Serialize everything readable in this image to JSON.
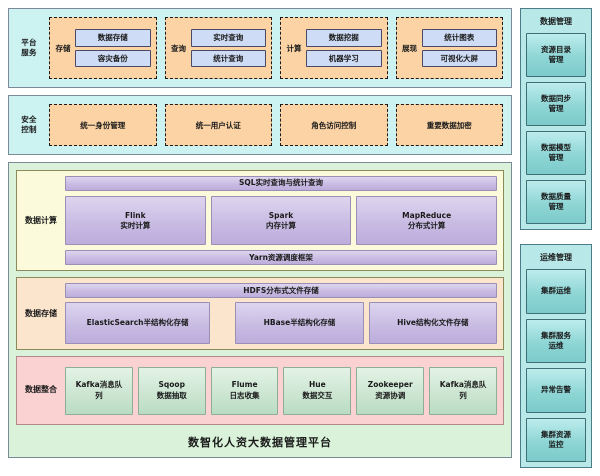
{
  "platform_services": {
    "label": "平台\n服务",
    "groups": [
      {
        "label": "存储",
        "items": [
          "数据存储",
          "容灾备份"
        ]
      },
      {
        "label": "查询",
        "items": [
          "实时查询",
          "统计查询"
        ]
      },
      {
        "label": "计算",
        "items": [
          "数据挖掘",
          "机器学习"
        ]
      },
      {
        "label": "展现",
        "items": [
          "统计图表",
          "可视化大屏"
        ]
      }
    ]
  },
  "security_control": {
    "label": "安全\n控制",
    "items": [
      "统一身份管理",
      "统一用户认证",
      "角色访问控制",
      "重要数据加密"
    ]
  },
  "data_compute": {
    "label": "数据计算",
    "top_bar": "SQL实时查询与统计查询",
    "engines": [
      "Flink\n实时计算",
      "Spark\n内存计算",
      "MapReduce\n分布式计算"
    ],
    "bottom_bar": "Yarn资源调度框架"
  },
  "data_storage": {
    "label": "数据存储",
    "top_bar": "HDFS分布式文件存储",
    "stores": [
      "ElasticSearch半结构化存储",
      "HBase半结构化存储",
      "Hive结构化文件存储"
    ]
  },
  "data_integration": {
    "label": "数据整合",
    "items": [
      "Kafka消息队\n列",
      "Sqoop\n数据抽取",
      "Flume\n日志收集",
      "Hue\n数据交互",
      "Zookeeper\n资源协调",
      "Kafka消息队\n列"
    ]
  },
  "platform_title": "数智化人资大数据管理平台",
  "data_management": {
    "title": "数据管理",
    "items": [
      "资源目录\n管理",
      "数据同步\n管理",
      "数据模型\n管理",
      "数据质量\n管理"
    ]
  },
  "ops_management": {
    "title": "运维管理",
    "items": [
      "集群运维",
      "集群服务\n运维",
      "异常告警",
      "集群资源\n监控"
    ]
  },
  "colors": {
    "cyan_band": "#ccf2f2",
    "orange_box": "#fbd3a5",
    "blue_chip": "#cfdcf5",
    "green_platform": "#d9f2d9",
    "yellow_layer": "#fbfbdc",
    "peach_layer": "#fbe5cd",
    "pink_layer": "#fbd2d2",
    "purple_bar": "#c9bce3",
    "green_box": "#cfe7d4",
    "teal_panel": "#b8e8e8"
  }
}
